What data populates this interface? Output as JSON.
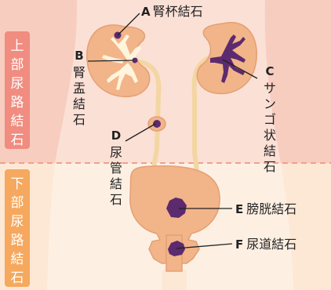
{
  "colors": {
    "upper_band": "#f7cdc0",
    "lower_band": "#fde8d5",
    "body_upper": "#fbe0d6",
    "body_lower": "#fdf0e3",
    "organ": "#f2b489",
    "organ_outline": "#e4a074",
    "pelvis_system": "#fff4dc",
    "ureter": "#f3d6a2",
    "stone": "#5c2a6e",
    "divider": "#f0a08c",
    "tag_upper": "#f08c80",
    "tag_lower": "#f5a85e"
  },
  "regions": {
    "upper": {
      "chars": [
        "上",
        "部",
        "尿",
        "路",
        "結",
        "石"
      ]
    },
    "lower": {
      "chars": [
        "下",
        "部",
        "尿",
        "路",
        "結",
        "石"
      ]
    }
  },
  "labels": {
    "a": {
      "letter": "A",
      "text": "腎杯結石"
    },
    "b": {
      "letter": "B",
      "chars": [
        "腎",
        "盂",
        "結",
        "石"
      ]
    },
    "c": {
      "letter": "C",
      "chars": [
        "サ",
        "ン",
        "ゴ",
        "状",
        "結",
        "石"
      ]
    },
    "d": {
      "letter": "D",
      "chars": [
        "尿",
        "管",
        "結",
        "石"
      ]
    },
    "e": {
      "letter": "E",
      "text": "膀胱結石"
    },
    "f": {
      "letter": "F",
      "text": "尿道結石"
    }
  }
}
